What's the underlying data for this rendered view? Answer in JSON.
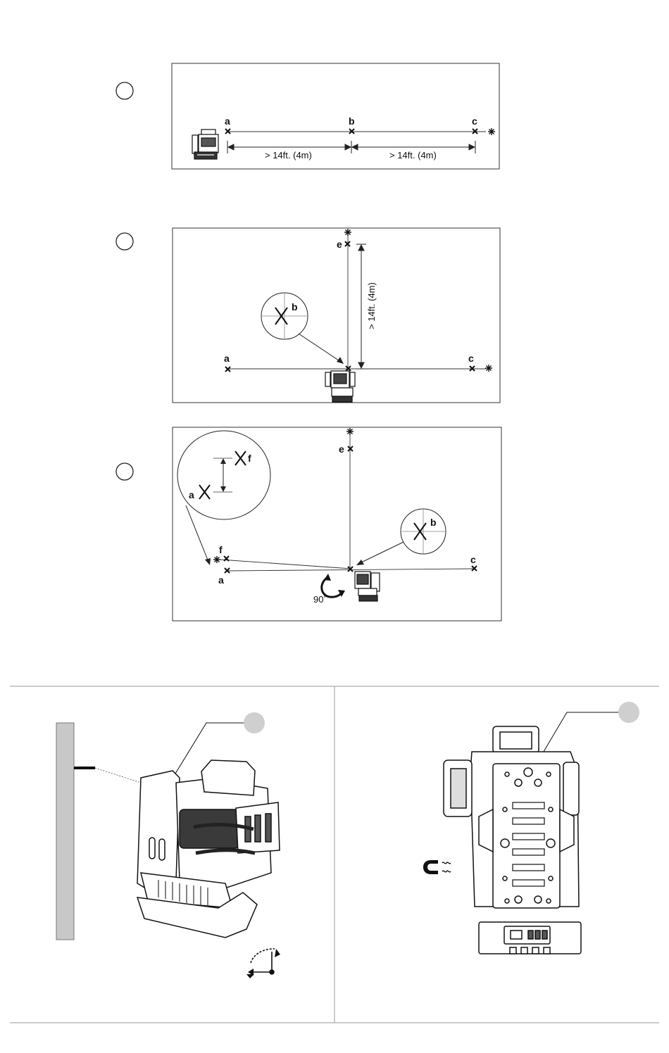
{
  "diagram1": {
    "point_a": "a",
    "point_b": "b",
    "point_c": "c",
    "dimension_ab": "> 14ft. (4m)",
    "dimension_bc": "> 14ft. (4m)"
  },
  "diagram2": {
    "point_a": "a",
    "point_c": "c",
    "point_e": "e",
    "zoom_label": "b",
    "dimension_vertical": "> 14ft. (4m)"
  },
  "diagram3": {
    "point_a": "a",
    "point_c": "c",
    "point_e": "e",
    "point_f": "f",
    "zoom_left_a": "a",
    "zoom_left_f": "f",
    "zoom_right_b": "b",
    "rotation_label": "90˚"
  },
  "icons": {
    "magnet": "magnet-icon",
    "rotation": "rotation-icon"
  }
}
